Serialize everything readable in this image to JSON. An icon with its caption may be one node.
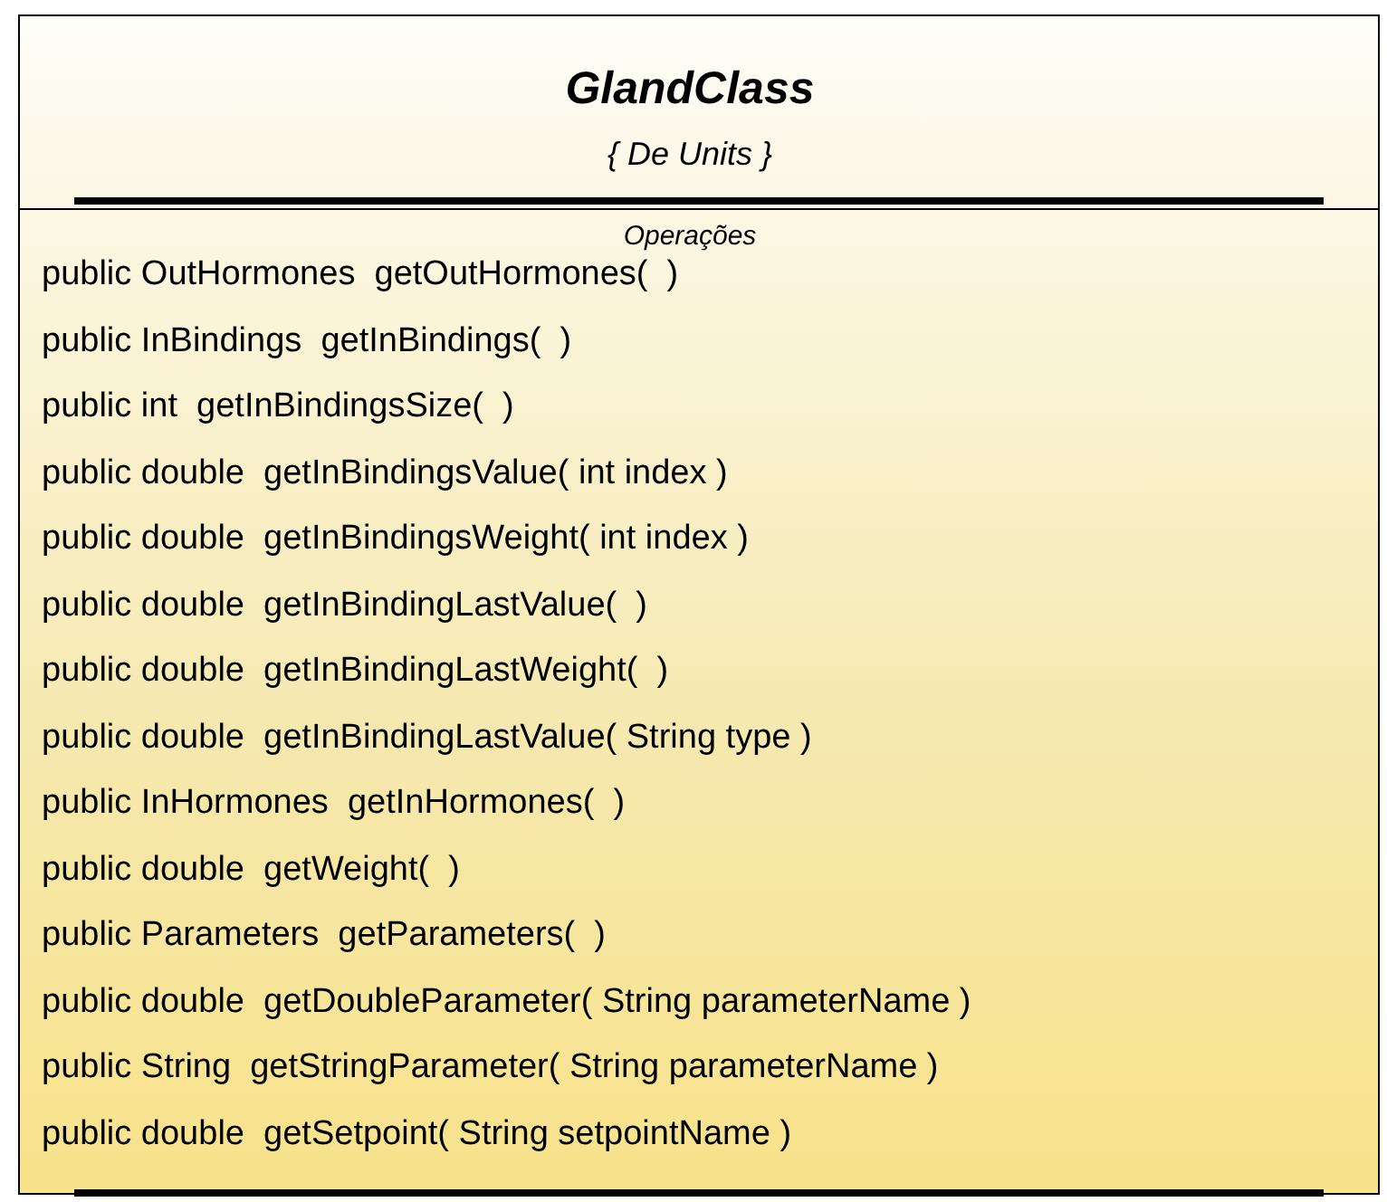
{
  "diagram": {
    "nodes": [
      {
        "text": [
          "GlandClass",
          "{ De Units }"
        ]
      },
      {
        "text": [
          "Operações",
          "public OutHormones  getOutHormones(  )",
          "public InBindings  getInBindings(  )",
          "public int  getInBindingsSize(  )",
          "public double  getInBindingsValue( int index )",
          "public double  getInBindingsWeight( int index )",
          "public double  getInBindingLastValue(  )",
          "public double  getInBindingLastWeight(  )",
          "public double  getInBindingLastValue( String type )",
          "public InHormones  getInHormones(  )",
          "public double  getWeight(  )",
          "public Parameters  getParameters(  )",
          "public double  getDoubleParameter( String parameterName )",
          "public String  getStringParameter( String parameterName )",
          "public double  getSetpoint( String setpointName )"
        ],
        "in": 0
      }
    ]
  }
}
